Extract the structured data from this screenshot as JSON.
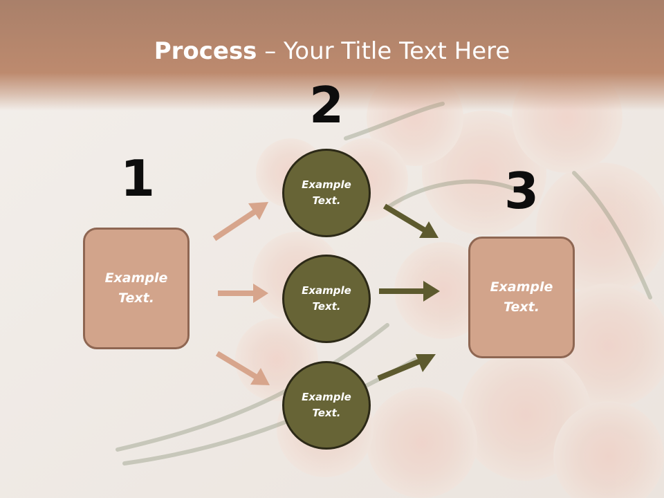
{
  "slide": {
    "title_strong": "Process",
    "title_rest": " – Your Title Text Here"
  },
  "steps": {
    "one": {
      "number": "1",
      "text": "Example\nText."
    },
    "two": {
      "number": "2"
    },
    "three": {
      "number": "3",
      "text": "Example\nText."
    }
  },
  "circles": [
    {
      "text": "Example\nText."
    },
    {
      "text": "Example\nText."
    },
    {
      "text": "Example\nText."
    }
  ],
  "colors": {
    "box_fill": "#d2a48b",
    "box_border": "#8e6652",
    "circle_fill": "#676436",
    "circle_border": "#2c2917",
    "left_arrows": "#d7a58c",
    "right_arrows": "#5d5a2e"
  }
}
